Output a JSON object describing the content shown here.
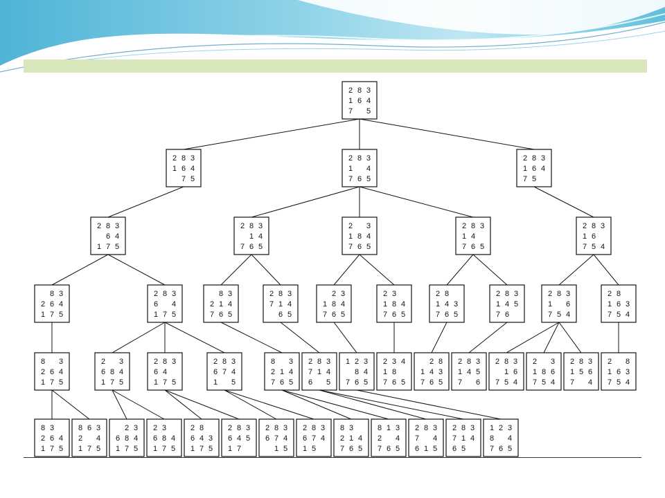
{
  "colors": {
    "banner_top": "#4fb4d6",
    "banner_light": "#d8f1f8",
    "green_bar": "#d9e6bc",
    "ink": "#111111"
  },
  "diagram": {
    "type": "8-puzzle search tree",
    "nodes": [
      {
        "id": "L0",
        "tiles": [
          [
            "2",
            "8",
            "3"
          ],
          [
            "1",
            "6",
            "4"
          ],
          [
            "7",
            "",
            "5"
          ]
        ]
      },
      {
        "id": "L1a",
        "tiles": [
          [
            "2",
            "8",
            "3"
          ],
          [
            "1",
            "6",
            "4"
          ],
          [
            "",
            "7",
            "5"
          ]
        ]
      },
      {
        "id": "L1b",
        "tiles": [
          [
            "2",
            "8",
            "3"
          ],
          [
            "1",
            "",
            "4"
          ],
          [
            "7",
            "6",
            "5"
          ]
        ]
      },
      {
        "id": "L1c",
        "tiles": [
          [
            "2",
            "8",
            "3"
          ],
          [
            "1",
            "6",
            "4"
          ],
          [
            "7",
            "5",
            ""
          ]
        ]
      },
      {
        "id": "L2a",
        "tiles": [
          [
            "2",
            "8",
            "3"
          ],
          [
            "",
            "6",
            "4"
          ],
          [
            "1",
            "7",
            "5"
          ]
        ]
      },
      {
        "id": "L2b",
        "tiles": [
          [
            "2",
            "8",
            "3"
          ],
          [
            "",
            "1",
            "4"
          ],
          [
            "7",
            "6",
            "5"
          ]
        ]
      },
      {
        "id": "L2c",
        "tiles": [
          [
            "2",
            "",
            "3"
          ],
          [
            "1",
            "8",
            "4"
          ],
          [
            "7",
            "6",
            "5"
          ]
        ]
      },
      {
        "id": "L2d",
        "tiles": [
          [
            "2",
            "8",
            "3"
          ],
          [
            "1",
            "4",
            ""
          ],
          [
            "7",
            "6",
            "5"
          ]
        ]
      },
      {
        "id": "L2e",
        "tiles": [
          [
            "2",
            "8",
            "3"
          ],
          [
            "1",
            "6",
            ""
          ],
          [
            "7",
            "5",
            "4"
          ]
        ]
      },
      {
        "id": "L3a",
        "tiles": [
          [
            "",
            "8",
            "3"
          ],
          [
            "2",
            "6",
            "4"
          ],
          [
            "1",
            "7",
            "5"
          ]
        ]
      },
      {
        "id": "L3b",
        "tiles": [
          [
            "2",
            "8",
            "3"
          ],
          [
            "6",
            "",
            "4"
          ],
          [
            "1",
            "7",
            "5"
          ]
        ]
      },
      {
        "id": "L3c",
        "tiles": [
          [
            "",
            "8",
            "3"
          ],
          [
            "2",
            "1",
            "4"
          ],
          [
            "7",
            "6",
            "5"
          ]
        ]
      },
      {
        "id": "L3d",
        "tiles": [
          [
            "2",
            "8",
            "3"
          ],
          [
            "7",
            "1",
            "4"
          ],
          [
            "",
            "6",
            "5"
          ]
        ]
      },
      {
        "id": "L3e",
        "tiles": [
          [
            "",
            "2",
            "3"
          ],
          [
            "1",
            "8",
            "4"
          ],
          [
            "7",
            "6",
            "5"
          ]
        ]
      },
      {
        "id": "L3f",
        "tiles": [
          [
            "2",
            "3",
            ""
          ],
          [
            "1",
            "8",
            "4"
          ],
          [
            "7",
            "6",
            "5"
          ]
        ]
      },
      {
        "id": "L3g",
        "tiles": [
          [
            "2",
            "8",
            ""
          ],
          [
            "1",
            "4",
            "3"
          ],
          [
            "7",
            "6",
            "5"
          ]
        ]
      },
      {
        "id": "L3h",
        "tiles": [
          [
            "2",
            "8",
            "3"
          ],
          [
            "1",
            "4",
            "5"
          ],
          [
            "7",
            "6",
            ""
          ]
        ]
      },
      {
        "id": "L3i",
        "tiles": [
          [
            "2",
            "8",
            "3"
          ],
          [
            "1",
            "",
            "6"
          ],
          [
            "7",
            "5",
            "4"
          ]
        ]
      },
      {
        "id": "L3j",
        "tiles": [
          [
            "2",
            "8",
            ""
          ],
          [
            "1",
            "6",
            "3"
          ],
          [
            "7",
            "5",
            "4"
          ]
        ]
      },
      {
        "id": "L4a",
        "tiles": [
          [
            "8",
            "",
            "3"
          ],
          [
            "2",
            "6",
            "4"
          ],
          [
            "1",
            "7",
            "5"
          ]
        ]
      },
      {
        "id": "L4b",
        "tiles": [
          [
            "2",
            "",
            "3"
          ],
          [
            "6",
            "8",
            "4"
          ],
          [
            "1",
            "7",
            "5"
          ]
        ]
      },
      {
        "id": "L4c",
        "tiles": [
          [
            "2",
            "8",
            "3"
          ],
          [
            "6",
            "4",
            ""
          ],
          [
            "1",
            "7",
            "5"
          ]
        ]
      },
      {
        "id": "L4d",
        "tiles": [
          [
            "2",
            "8",
            "3"
          ],
          [
            "6",
            "7",
            "4"
          ],
          [
            "1",
            "",
            "5"
          ]
        ]
      },
      {
        "id": "L4e",
        "tiles": [
          [
            "8",
            "",
            "3"
          ],
          [
            "2",
            "1",
            "4"
          ],
          [
            "7",
            "6",
            "5"
          ]
        ]
      },
      {
        "id": "L4f",
        "tiles": [
          [
            "2",
            "8",
            "3"
          ],
          [
            "7",
            "1",
            "4"
          ],
          [
            "6",
            "",
            "5"
          ]
        ]
      },
      {
        "id": "L4g",
        "tiles": [
          [
            "1",
            "2",
            "3"
          ],
          [
            "",
            "8",
            "4"
          ],
          [
            "7",
            "6",
            "5"
          ]
        ]
      },
      {
        "id": "L4h",
        "tiles": [
          [
            "2",
            "3",
            "4"
          ],
          [
            "1",
            "8",
            ""
          ],
          [
            "7",
            "6",
            "5"
          ]
        ]
      },
      {
        "id": "L4i",
        "tiles": [
          [
            "",
            "2",
            "8"
          ],
          [
            "1",
            "4",
            "3"
          ],
          [
            "7",
            "6",
            "5"
          ]
        ]
      },
      {
        "id": "L4j",
        "tiles": [
          [
            "2",
            "8",
            "3"
          ],
          [
            "1",
            "4",
            "5"
          ],
          [
            "7",
            "",
            "6"
          ]
        ]
      },
      {
        "id": "L4k",
        "tiles": [
          [
            "2",
            "8",
            "3"
          ],
          [
            "",
            "1",
            "6"
          ],
          [
            "7",
            "5",
            "4"
          ]
        ]
      },
      {
        "id": "L4l",
        "tiles": [
          [
            "2",
            "",
            "3"
          ],
          [
            "1",
            "8",
            "6"
          ],
          [
            "7",
            "5",
            "4"
          ]
        ]
      },
      {
        "id": "L4m",
        "tiles": [
          [
            "2",
            "8",
            "3"
          ],
          [
            "1",
            "5",
            "6"
          ],
          [
            "7",
            "",
            "4"
          ]
        ]
      },
      {
        "id": "L4n",
        "tiles": [
          [
            "2",
            "",
            "8"
          ],
          [
            "1",
            "6",
            "3"
          ],
          [
            "7",
            "5",
            "4"
          ]
        ]
      },
      {
        "id": "L5a",
        "tiles": [
          [
            "8",
            "3",
            ""
          ],
          [
            "2",
            "6",
            "4"
          ],
          [
            "1",
            "7",
            "5"
          ]
        ]
      },
      {
        "id": "L5b",
        "tiles": [
          [
            "8",
            "6",
            "3"
          ],
          [
            "2",
            "",
            "4"
          ],
          [
            "1",
            "7",
            "5"
          ]
        ]
      },
      {
        "id": "L5c",
        "tiles": [
          [
            "",
            "2",
            "3"
          ],
          [
            "6",
            "8",
            "4"
          ],
          [
            "1",
            "7",
            "5"
          ]
        ]
      },
      {
        "id": "L5d",
        "tiles": [
          [
            "2",
            "3",
            ""
          ],
          [
            "6",
            "8",
            "4"
          ],
          [
            "1",
            "7",
            "5"
          ]
        ]
      },
      {
        "id": "L5e",
        "tiles": [
          [
            "2",
            "8",
            ""
          ],
          [
            "6",
            "4",
            "3"
          ],
          [
            "1",
            "7",
            "5"
          ]
        ]
      },
      {
        "id": "L5f",
        "tiles": [
          [
            "2",
            "8",
            "3"
          ],
          [
            "6",
            "4",
            "5"
          ],
          [
            "1",
            "7",
            ""
          ]
        ]
      },
      {
        "id": "L5g",
        "tiles": [
          [
            "2",
            "8",
            "3"
          ],
          [
            "6",
            "7",
            "4"
          ],
          [
            "",
            "1",
            "5"
          ]
        ]
      },
      {
        "id": "L5h",
        "tiles": [
          [
            "2",
            "8",
            "3"
          ],
          [
            "6",
            "7",
            "4"
          ],
          [
            "1",
            "5",
            ""
          ]
        ]
      },
      {
        "id": "L5i",
        "tiles": [
          [
            "8",
            "3",
            ""
          ],
          [
            "2",
            "1",
            "4"
          ],
          [
            "7",
            "6",
            "5"
          ]
        ]
      },
      {
        "id": "L5j",
        "tiles": [
          [
            "8",
            "1",
            "3"
          ],
          [
            "2",
            "",
            "4"
          ],
          [
            "7",
            "6",
            "5"
          ]
        ]
      },
      {
        "id": "L5k",
        "tiles": [
          [
            "2",
            "8",
            "3"
          ],
          [
            "7",
            "",
            "4"
          ],
          [
            "6",
            "1",
            "5"
          ]
        ]
      },
      {
        "id": "L5l",
        "tiles": [
          [
            "2",
            "8",
            "3"
          ],
          [
            "7",
            "1",
            "4"
          ],
          [
            "6",
            "5",
            ""
          ]
        ]
      },
      {
        "id": "L5m",
        "tiles": [
          [
            "1",
            "2",
            "3"
          ],
          [
            "8",
            "",
            "4"
          ],
          [
            "7",
            "6",
            "5"
          ]
        ]
      }
    ],
    "edges": [
      [
        "L0",
        "L1a"
      ],
      [
        "L0",
        "L1b"
      ],
      [
        "L0",
        "L1c"
      ],
      [
        "L1a",
        "L2a"
      ],
      [
        "L1b",
        "L2b"
      ],
      [
        "L1b",
        "L2c"
      ],
      [
        "L1b",
        "L2d"
      ],
      [
        "L1c",
        "L2e"
      ],
      [
        "L2a",
        "L3a"
      ],
      [
        "L2a",
        "L3b"
      ],
      [
        "L2b",
        "L3c"
      ],
      [
        "L2b",
        "L3d"
      ],
      [
        "L2c",
        "L3e"
      ],
      [
        "L2c",
        "L3f"
      ],
      [
        "L2d",
        "L3g"
      ],
      [
        "L2d",
        "L3h"
      ],
      [
        "L2e",
        "L3i"
      ],
      [
        "L2e",
        "L3j"
      ],
      [
        "L3a",
        "L4a"
      ],
      [
        "L3b",
        "L4b"
      ],
      [
        "L3b",
        "L4c"
      ],
      [
        "L3b",
        "L4d"
      ],
      [
        "L3c",
        "L4e"
      ],
      [
        "L3d",
        "L4f"
      ],
      [
        "L3e",
        "L4g"
      ],
      [
        "L3f",
        "L4h"
      ],
      [
        "L3g",
        "L4i"
      ],
      [
        "L3h",
        "L4j"
      ],
      [
        "L3i",
        "L4k"
      ],
      [
        "L3i",
        "L4l"
      ],
      [
        "L3i",
        "L4m"
      ],
      [
        "L3j",
        "L4n"
      ],
      [
        "L4a",
        "L5a"
      ],
      [
        "L4a",
        "L5b"
      ],
      [
        "L4b",
        "L5c"
      ],
      [
        "L4b",
        "L5d"
      ],
      [
        "L4c",
        "L5e"
      ],
      [
        "L4c",
        "L5f"
      ],
      [
        "L4d",
        "L5g"
      ],
      [
        "L4d",
        "L5h"
      ],
      [
        "L4e",
        "L5i"
      ],
      [
        "L4e",
        "L5j"
      ],
      [
        "L4f",
        "L5k"
      ],
      [
        "L4f",
        "L5l"
      ],
      [
        "L4g",
        "L5m"
      ]
    ]
  }
}
